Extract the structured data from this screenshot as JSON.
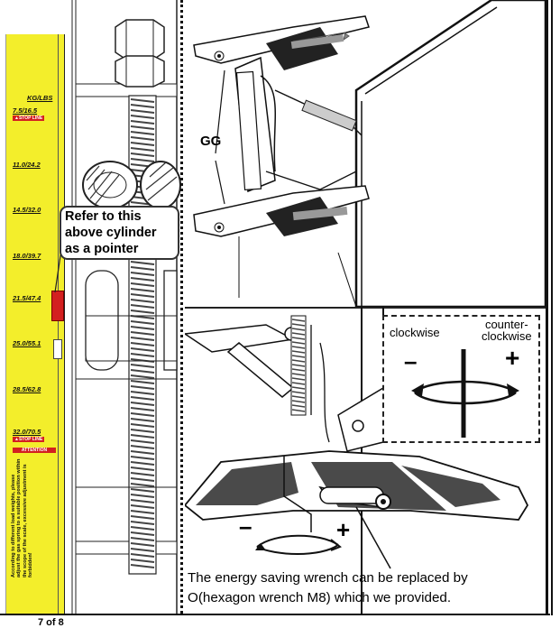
{
  "gauge": {
    "unit_header": "KG/LBS",
    "marks": [
      "7.5/16.5",
      "11.0/24.2",
      "14.5/32.0",
      "18.0/39.7",
      "21.5/47.4",
      "25.0/55.1",
      "28.5/62.8",
      "32.0/70.5"
    ],
    "stop_line_top": "STOP LINE",
    "stop_line_bottom": "STOP LINE",
    "attention": "ATTENTION",
    "warning_text": "According to different load weights, please adjust the gas spring to a suitable position within the scope of the scale, excessive adjustment is forbidden!"
  },
  "callout": {
    "line1": "Refer to this",
    "line2": "above cylinder",
    "line3": "as a pointer"
  },
  "label_gg": "GG",
  "rotation": {
    "clockwise": "clockwise",
    "counter_clockwise_1": "counter-",
    "counter_clockwise_2": "clockwise",
    "minus": "–",
    "plus": "+"
  },
  "wrench_signs": {
    "minus": "–",
    "plus": "+"
  },
  "caption": {
    "line1": "The energy saving wrench can be replaced by",
    "line2": "O(hexagon wrench M8) which we provided."
  },
  "page_number": "7 of 8",
  "colors": {
    "gauge_yellow": "#f3ee2b",
    "stop_red": "#d32020",
    "mesh_dark": "#333333"
  }
}
